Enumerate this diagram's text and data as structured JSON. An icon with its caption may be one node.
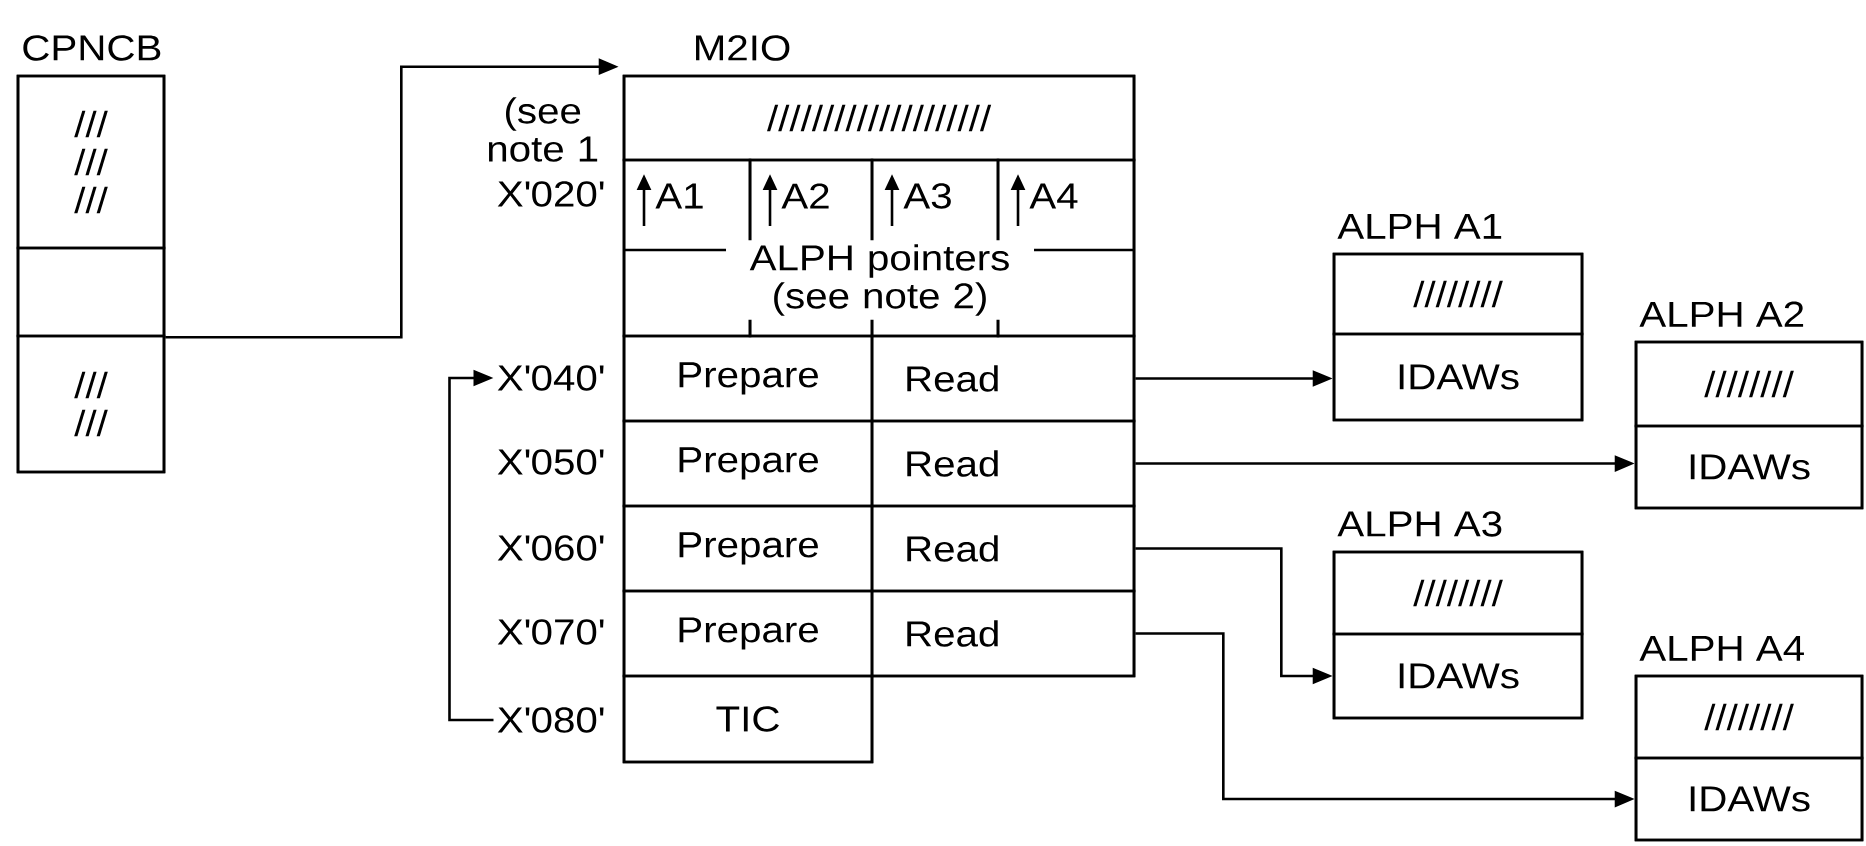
{
  "diagram": {
    "nodes": [
      {
        "text": [
          "CPNCB"
        ]
      },
      {
        "text": [
          "/// /// ///"
        ],
        "in": 0
      },
      {
        "text": [],
        "shape": "box",
        "in": 0
      },
      {
        "text": [
          "/// ///"
        ],
        "in": 0
      },
      {
        "text": [
          "M2IO"
        ]
      },
      {
        "text": [
          "////////////////////"
        ],
        "in": 4
      },
      {
        "text": [
          "A1"
        ],
        "in": 4
      },
      {
        "text": [
          "A2"
        ],
        "in": 4
      },
      {
        "text": [
          "A3"
        ],
        "in": 4
      },
      {
        "text": [
          "A4"
        ],
        "in": 4
      },
      {
        "text": [
          "Prepare"
        ],
        "in": 4
      },
      {
        "text": [
          "Read"
        ],
        "in": 4
      },
      {
        "text": [
          "Prepare"
        ],
        "in": 4
      },
      {
        "text": [
          "Read"
        ],
        "in": 4
      },
      {
        "text": [
          "Prepare"
        ],
        "in": 4
      },
      {
        "text": [
          "Read"
        ],
        "in": 4
      },
      {
        "text": [
          "Prepare"
        ],
        "in": 4
      },
      {
        "text": [
          "Read"
        ],
        "in": 4
      },
      {
        "text": [
          "TIC"
        ],
        "in": 4
      },
      {
        "text": [
          "X'040'"
        ]
      },
      {
        "text": [
          "X'080'"
        ]
      },
      {
        "text": [
          "ALPH A1"
        ]
      },
      {
        "text": [
          "////////"
        ],
        "in": 21
      },
      {
        "text": [
          "IDAWs"
        ],
        "in": 21
      },
      {
        "text": [
          "ALPH A2"
        ]
      },
      {
        "text": [
          "////////"
        ],
        "in": 24
      },
      {
        "text": [
          "IDAWs"
        ],
        "in": 24
      },
      {
        "text": [
          "ALPH A3"
        ]
      },
      {
        "text": [
          "////////"
        ],
        "in": 27
      },
      {
        "text": [
          "IDAWs"
        ],
        "in": 27
      },
      {
        "text": [
          "ALPH A4"
        ]
      },
      {
        "text": [
          "////////"
        ],
        "in": 30
      },
      {
        "text": [
          "IDAWs"
        ],
        "in": 30
      }
    ],
    "edges": [
      {
        "from": 2,
        "to": 4,
        "arrow": "to"
      },
      {
        "from": 20,
        "to": 19,
        "arrow": "to"
      },
      {
        "from": 11,
        "to": 23,
        "arrow": "to"
      },
      {
        "from": 13,
        "to": 26,
        "arrow": "to"
      },
      {
        "from": 15,
        "to": 29,
        "arrow": "to"
      },
      {
        "from": 17,
        "to": 32,
        "arrow": "to"
      }
    ],
    "labels": [
      "(see note 1",
      "X'020'",
      "ALPH pointers (see note 2)",
      "X'050'",
      "X'060'",
      "X'070'"
    ]
  }
}
